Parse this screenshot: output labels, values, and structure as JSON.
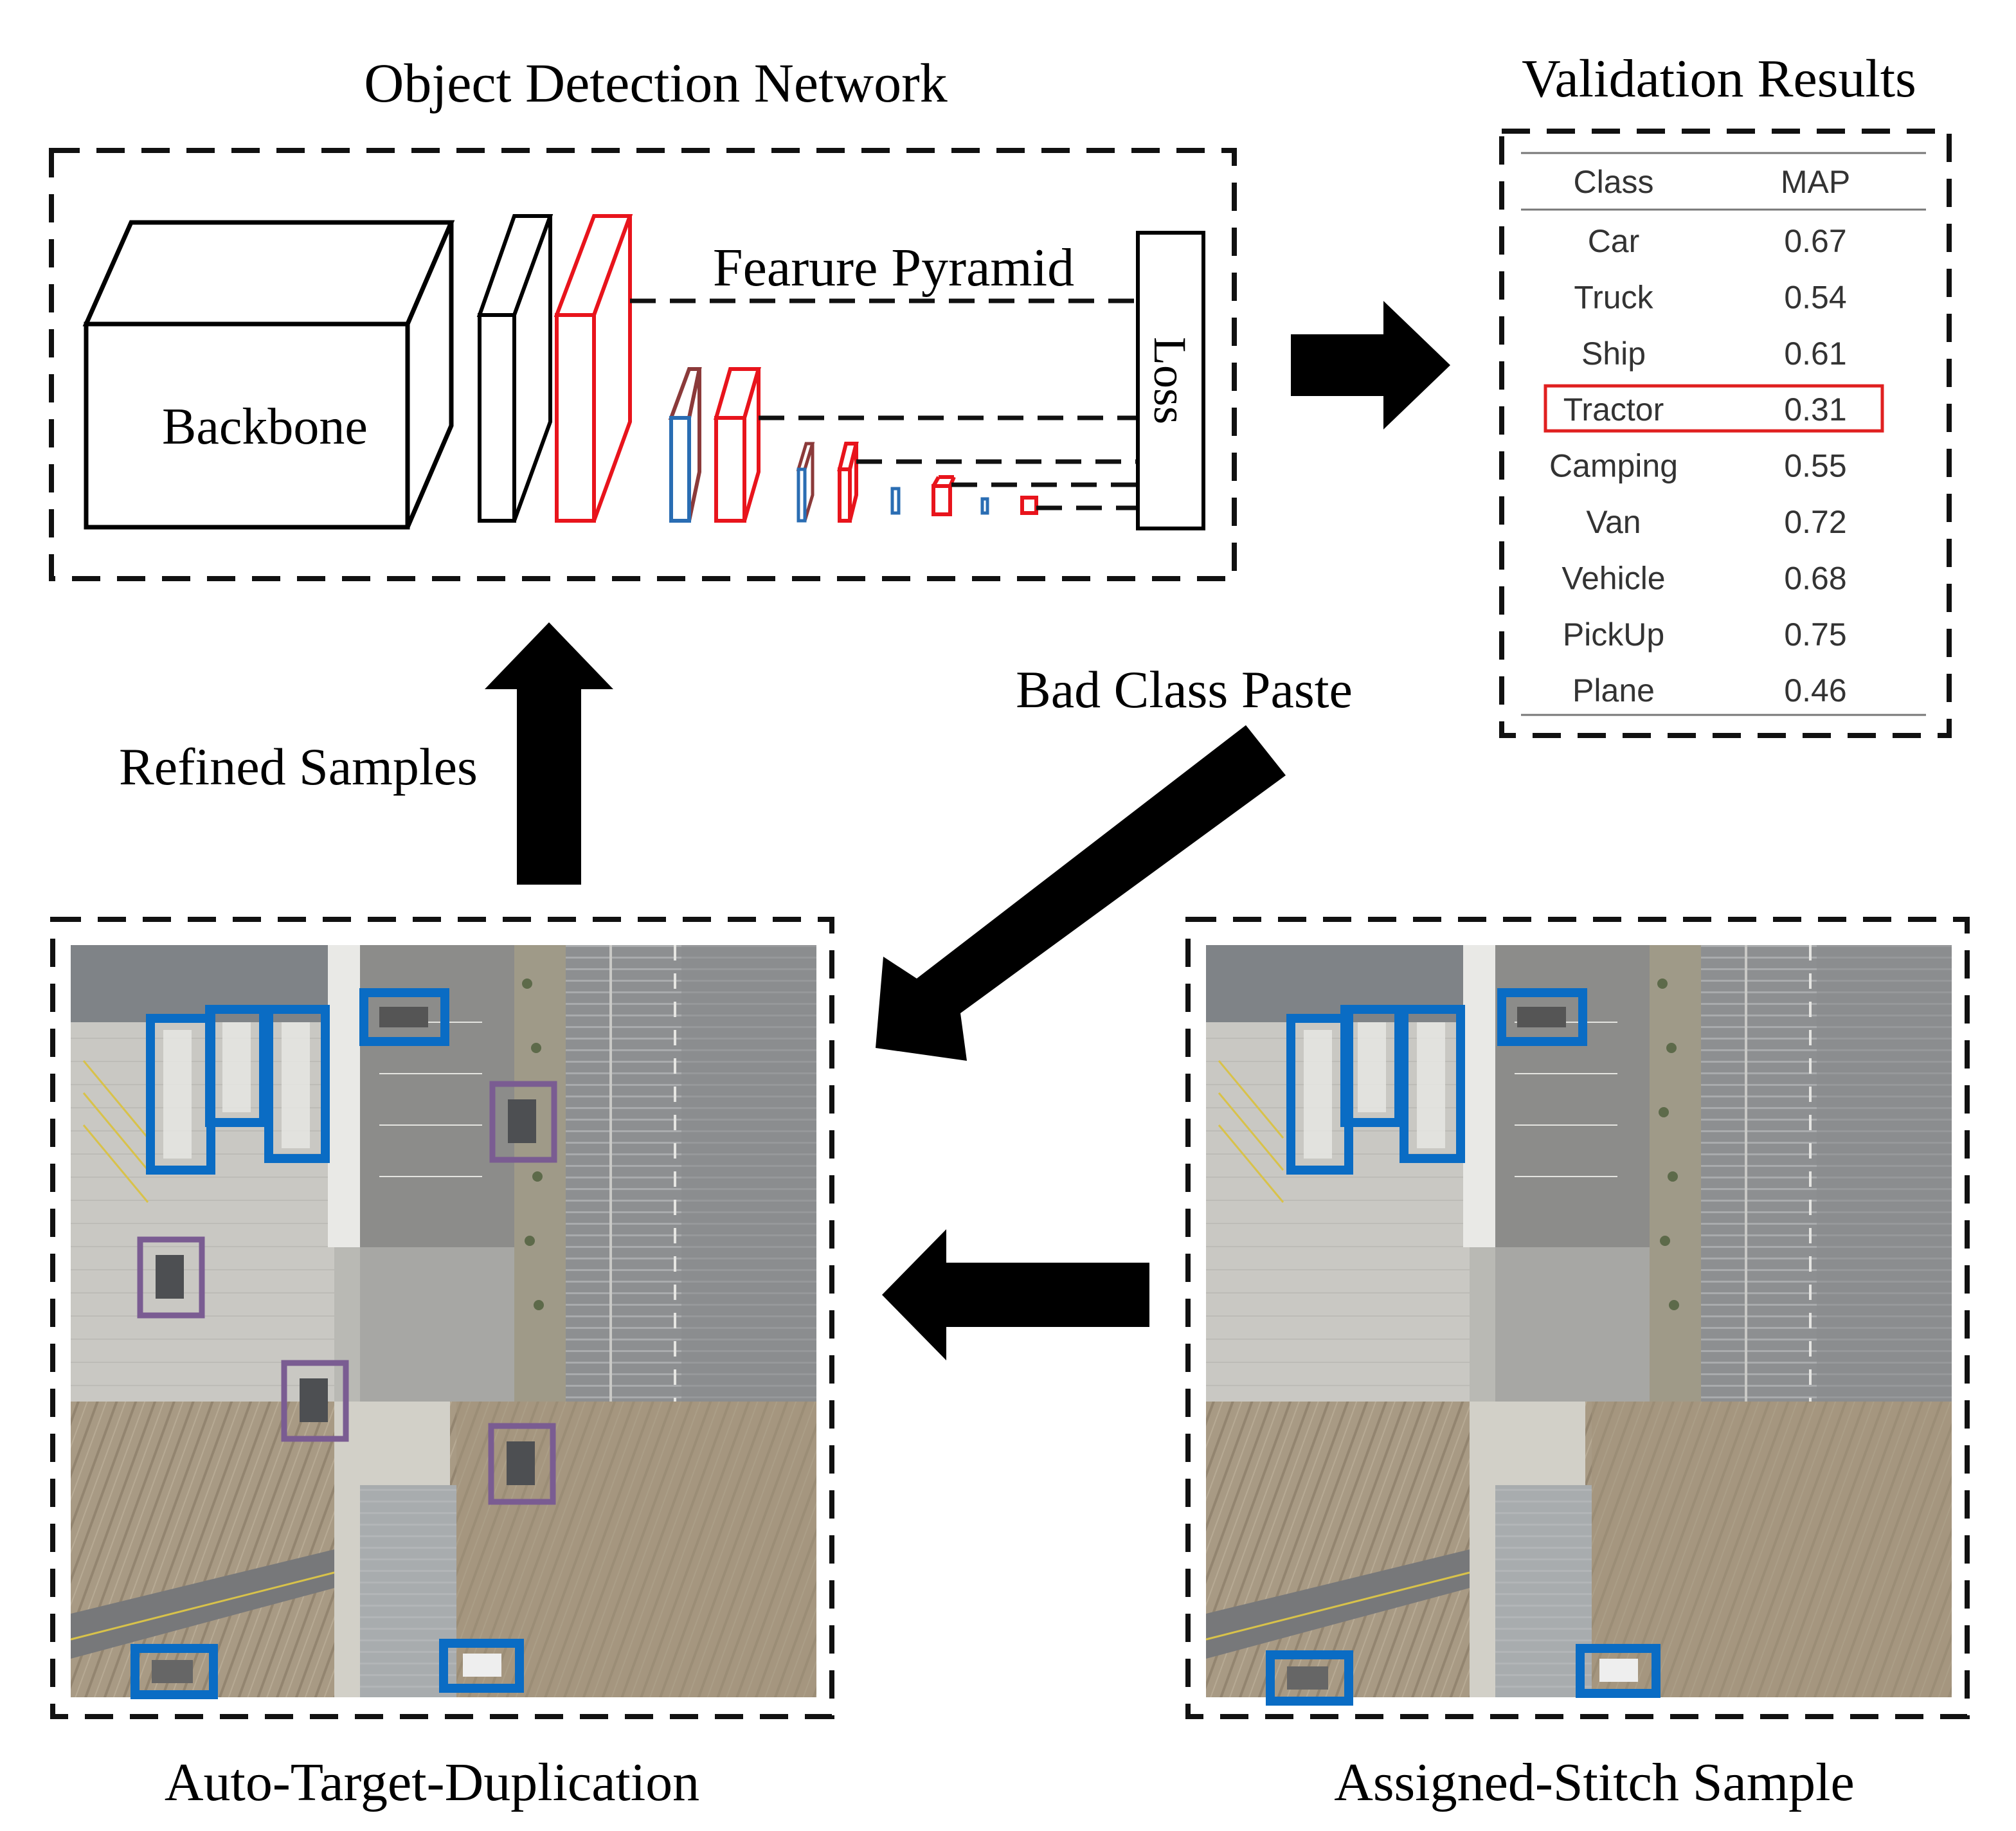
{
  "titles": {
    "network": "Object Detection Network",
    "validation": "Validation Results",
    "auto_target": "Auto-Target-Duplication",
    "assigned_stitch": "Assigned-Stitch Sample"
  },
  "network": {
    "backbone_label": "Backbone",
    "pyramid_label": "Fearure Pyramid",
    "loss_label": "Loss"
  },
  "arrows": {
    "refined_samples": "Refined Samples",
    "bad_class_paste": "Bad Class Paste"
  },
  "table": {
    "headers": [
      "Class",
      "MAP"
    ],
    "rows": [
      {
        "class": "Car",
        "map": "0.67"
      },
      {
        "class": "Truck",
        "map": "0.54"
      },
      {
        "class": "Ship",
        "map": "0.61"
      },
      {
        "class": "Tractor",
        "map": "0.31",
        "highlight": true
      },
      {
        "class": "Camping",
        "map": "0.55"
      },
      {
        "class": "Van",
        "map": "0.72"
      },
      {
        "class": "Vehicle",
        "map": "0.68"
      },
      {
        "class": "PickUp",
        "map": "0.75"
      },
      {
        "class": "Plane",
        "map": "0.46"
      }
    ]
  },
  "colors": {
    "dash_frame": "#111111",
    "pyramid_red": "#e8141c",
    "pyramid_blue": "#2a6db3",
    "pyramid_brown": "#8b3a3a",
    "highlight_red": "#e02020",
    "box_blue": "#0a6cc4",
    "box_purple": "#7a5c92",
    "arrow": "#000000"
  },
  "icons": [
    "arrow-right-icon",
    "arrow-up-icon",
    "arrow-down-left-icon",
    "arrow-left-icon"
  ]
}
